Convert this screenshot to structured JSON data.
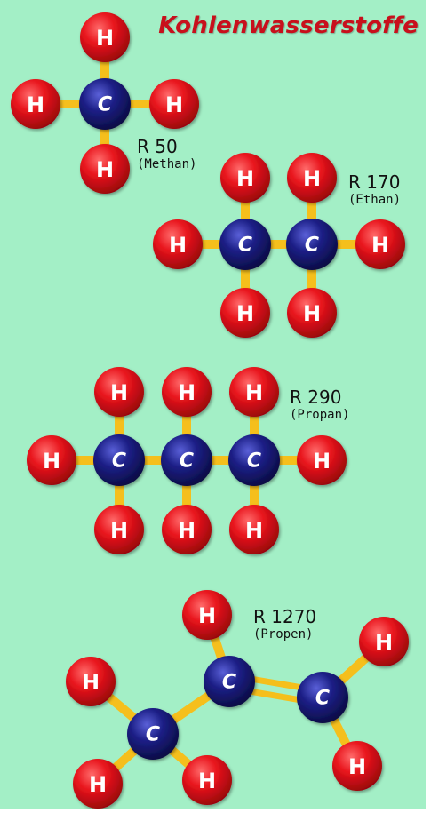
{
  "title": "Kohlenwasserstoffe",
  "atom_labels": {
    "hydrogen": "H",
    "carbon": "C"
  },
  "colors": {
    "background": "#a3efc6",
    "title": "#c8101c",
    "hydrogen": "#e8141c",
    "carbon": "#1c1f86",
    "bond": "#f5bf1c"
  },
  "molecules": [
    {
      "id": "r50",
      "code": "R 50",
      "name": "(Methan)"
    },
    {
      "id": "r170",
      "code": "R 170",
      "name": "(Ethan)"
    },
    {
      "id": "r290",
      "code": "R 290",
      "name": "(Propan)"
    },
    {
      "id": "r1270",
      "code": "R 1270",
      "name": "(Propen)"
    }
  ]
}
